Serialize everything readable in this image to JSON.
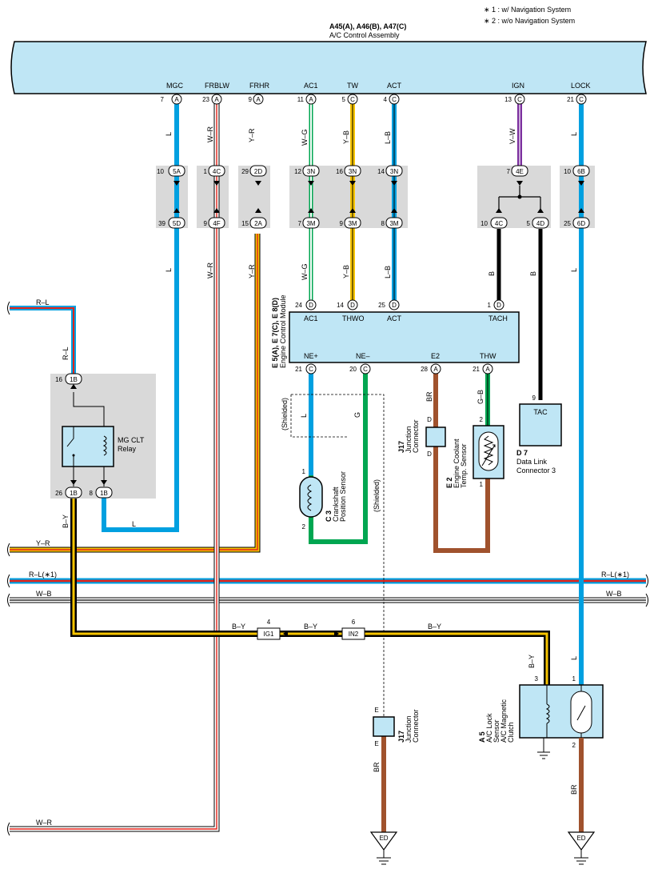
{
  "notes": [
    "∗ 1 : w/ Navigation System",
    "∗ 2 : w/o Navigation System"
  ],
  "ac_assembly": {
    "code": "A45(A), A46(B), A47(C)",
    "name": "A/C Control Assembly"
  },
  "ac_terminals": [
    {
      "label": "MGC",
      "pin": "7",
      "conn": "A",
      "wire": "L"
    },
    {
      "label": "FRBLW",
      "pin": "23",
      "conn": "A",
      "wire": "W–R"
    },
    {
      "label": "FRHR",
      "pin": "9",
      "conn": "A",
      "wire": "Y–R"
    },
    {
      "label": "AC1",
      "pin": "11",
      "conn": "A",
      "wire": "W–G"
    },
    {
      "label": "TW",
      "pin": "5",
      "conn": "C",
      "wire": "Y–B"
    },
    {
      "label": "ACT",
      "pin": "4",
      "conn": "C",
      "wire": "L–B"
    },
    {
      "label": "IGN",
      "pin": "13",
      "conn": "C",
      "wire": "V–W"
    },
    {
      "label": "LOCK",
      "pin": "21",
      "conn": "C",
      "wire": "L"
    }
  ],
  "junctions": [
    {
      "top_num": "10",
      "top": "5A",
      "bot_num": "39",
      "bot": "5D",
      "wire_below": "L"
    },
    {
      "top_num": "1",
      "top": "4C",
      "bot_num": "9",
      "bot": "4F",
      "wire_below": "W–R"
    },
    {
      "top_num": "29",
      "top": "2D",
      "bot_num": "15",
      "bot": "2A",
      "wire_below": "Y–R"
    },
    {
      "top_num": "12",
      "top": "3N",
      "bot_num": "7",
      "bot": "3M",
      "wire_below": "W–G"
    },
    {
      "top_num": "16",
      "top": "3N",
      "bot_num": "9",
      "bot": "3M",
      "wire_below": "Y–B"
    },
    {
      "top_num": "14",
      "top": "3N",
      "bot_num": "8",
      "bot": "3M",
      "wire_below": "L–B"
    },
    {
      "top_num": "7",
      "top": "4E",
      "bot_num": "10",
      "bot": "4C",
      "wire_below": "B"
    },
    {
      "bot_num": "5",
      "bot": "4D",
      "wire_below": "B"
    },
    {
      "top_num": "10",
      "top": "6B",
      "bot_num": "25",
      "bot": "6D",
      "wire_below": "L"
    }
  ],
  "ecm": {
    "code": "E 5(A), E 7(C), E 8(D)",
    "name": "Engine Control Module",
    "top_terms": [
      {
        "label": "AC1",
        "pin": "24",
        "conn": "D"
      },
      {
        "label": "THWO",
        "pin": "14",
        "conn": "D"
      },
      {
        "label": "ACT",
        "pin": "25",
        "conn": "D"
      },
      {
        "label": "TACH",
        "pin": "1",
        "conn": "D"
      }
    ],
    "bot_terms": [
      {
        "label": "NE+",
        "pin": "21",
        "conn": "C",
        "wire": "L"
      },
      {
        "label": "NE–",
        "pin": "20",
        "conn": "C",
        "wire": "G"
      },
      {
        "label": "E2",
        "pin": "28",
        "conn": "A",
        "wire": "BR"
      },
      {
        "label": "THW",
        "pin": "21",
        "conn": "A",
        "wire": "G–B"
      }
    ]
  },
  "relay": {
    "name1": "MG CLT",
    "name2": "Relay",
    "top_num": "16",
    "top": "1B",
    "bl_num": "26",
    "bl": "1B",
    "br_num": "8",
    "br": "1B",
    "wire_bl": "B–Y",
    "wire_relay_top": "R–L"
  },
  "shielded": "(Shielded)",
  "crank": {
    "code": "C 3",
    "name1": "Crankshaft",
    "name2": "Position Sensor",
    "pin1": "1",
    "pin2": "2"
  },
  "j17_top": {
    "code": "J17",
    "name1": "Junction",
    "name2": "Connector",
    "pin": "D"
  },
  "coolant": {
    "code": "E 2",
    "name1": "Engine Coolant",
    "name2": "Temp. Sensor",
    "pin1": "2",
    "pin2": "1"
  },
  "dlc": {
    "code": "D 7",
    "name1": "Data Link",
    "name2": "Connector 3",
    "term": "TAC",
    "pin": "9"
  },
  "side_wires": {
    "rl": "R–L",
    "yr": "Y–R",
    "rl1": "R–L(∗1)",
    "wb": "W–B",
    "wr": "W–R"
  },
  "inline": {
    "by": "B–Y",
    "ig1_pin": "4",
    "ig1": "IG1",
    "in2_pin": "6",
    "in2": "IN2",
    "mgc_l": "L"
  },
  "j17_bottom": {
    "code": "J17",
    "name1": "Junction",
    "name2": "Connector",
    "pin": "E",
    "wire": "BR"
  },
  "ac_clutch": {
    "code": "A 5",
    "name1": "A/C Lock",
    "name2": "Sensor",
    "name3": "A/C Magnetic",
    "name4": "Clutch",
    "pin3": "3",
    "pin1": "1",
    "pin2": "2",
    "wire_by": "B–Y",
    "wire_l": "L",
    "wire_br": "BR"
  },
  "ground": "ED",
  "colors": {
    "L": "#00a0e0",
    "Y": "#f6c400",
    "R": "#e2231a",
    "G": "#00a651",
    "BR": "#a0522d",
    "B": "#000000",
    "V": "#7b2f9e",
    "W": "#ffffff",
    "box": "#bfe6f5",
    "gray": "#d9d9d9"
  }
}
